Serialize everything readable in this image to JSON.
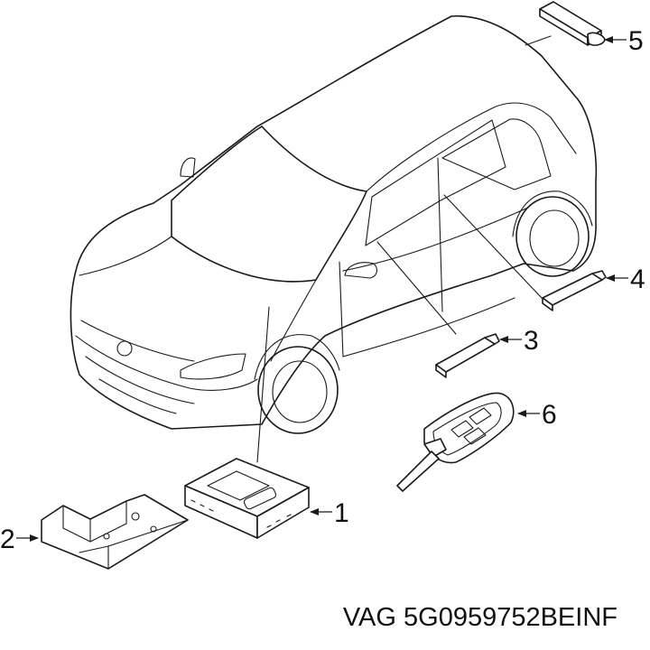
{
  "callouts": [
    {
      "label": "1",
      "part": "control-module"
    },
    {
      "label": "2",
      "part": "mounting-bracket"
    },
    {
      "label": "3",
      "part": "door-antenna-front"
    },
    {
      "label": "4",
      "part": "door-antenna-rear"
    },
    {
      "label": "5",
      "part": "rear-antenna"
    },
    {
      "label": "6",
      "part": "key-fob"
    }
  ],
  "part_number": "VAG 5G0959752BEINF"
}
